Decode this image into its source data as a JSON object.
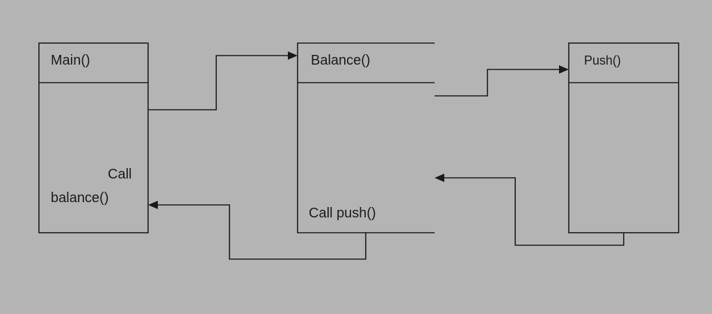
{
  "diagram": {
    "boxes": {
      "main": {
        "header": "Main()",
        "call_line1": "Call",
        "call_line2": "balance()"
      },
      "balance": {
        "header": "Balance()",
        "call_text": "Call push()"
      },
      "push": {
        "header": "Push()"
      }
    },
    "colors": {
      "background": "#b4b4b4",
      "stroke": "#1a1a1a",
      "text": "#1a1a1a"
    }
  }
}
